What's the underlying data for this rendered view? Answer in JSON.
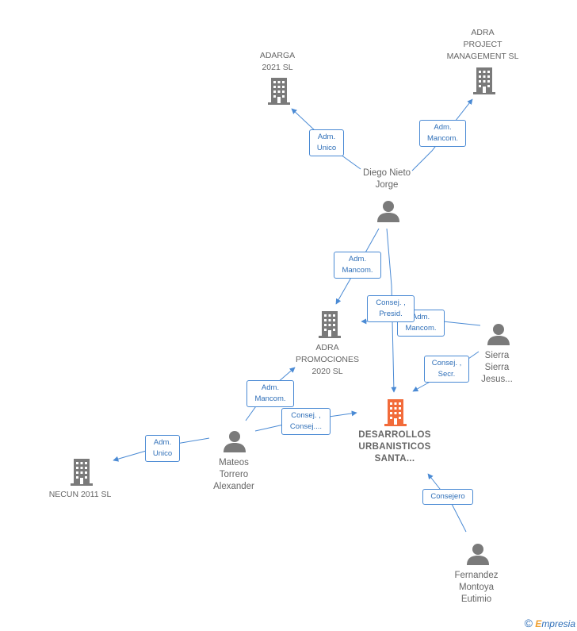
{
  "nodes": {
    "adarga": {
      "label": "ADARGA\n2021  SL",
      "type": "company"
    },
    "adra_pm": {
      "label": "ADRA\nPROJECT\nMANAGEMENT SL",
      "type": "company"
    },
    "diego": {
      "label": "Diego Nieto\nJorge",
      "type": "person"
    },
    "adra_prom": {
      "label": "ADRA\nPROMOCIONES\n2020  SL",
      "type": "company"
    },
    "sierra": {
      "label": "Sierra\nSierra\nJesus...",
      "type": "person"
    },
    "desarrollos": {
      "label": "DESARROLLOS\nURBANISTICOS\nSANTA...",
      "type": "company-focus"
    },
    "mateos": {
      "label": "Mateos\nTorrero\nAlexander",
      "type": "person"
    },
    "necun": {
      "label": "NECUN 2011 SL",
      "type": "company"
    },
    "fernandez": {
      "label": "Fernandez\nMontoya\nEutimio",
      "type": "person"
    }
  },
  "relations": {
    "diego_adarga": "Adm.\nUnico",
    "diego_adrapm": "Adm.\nMancom.",
    "diego_adraprom": "Adm.\nMancom.",
    "diego_desarrollos": "Consej. ,\nPresid.",
    "sierra_adraprom": "Adm.\nMancom.",
    "sierra_desarrollos": "Consej. ,\nSecr.",
    "mateos_adraprom": "Adm.\nMancom.",
    "mateos_desarrollos": "Consej. ,\nConsej....",
    "mateos_necun": "Adm.\nUnico",
    "fernandez_desarrollos": "Consejero"
  },
  "colors": {
    "edge": "#4a8ad4",
    "icon": "#7a7a7a",
    "focus": "#f26b3a"
  },
  "footer": {
    "copyright": "©",
    "brand_first": "E",
    "brand_rest": "mpresia"
  }
}
